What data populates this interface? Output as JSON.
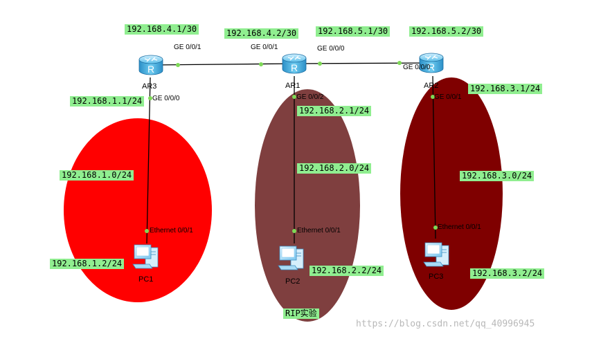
{
  "colors": {
    "area_left": "#ff0000",
    "area_middle": "#7f3f3f",
    "area_right": "#7f0000",
    "label_bg": "#90ee90",
    "router_body": "#3aa6d8",
    "port_dot": "#7ed957"
  },
  "devices": {
    "ar3": "AR3",
    "ar1": "AR1",
    "ar2": "AR2",
    "pc1": "PC1",
    "pc2": "PC2",
    "pc3": "PC3"
  },
  "router_icon_letter": "R",
  "ports": {
    "ar3_ge001": "GE 0/0/1",
    "ar1_ge001": "GE 0/0/1",
    "ar1_ge000": "GE 0/0/0",
    "ar2_ge000_a": "GE 0/0/0",
    "ar3_ge000": "GE 0/0/0",
    "ar1_ge002": "GE 0/0/2",
    "ar2_ge000_b": "GE 0/0/1",
    "pc1_eth": "Ethernet 0/0/1",
    "pc2_eth": "Ethernet 0/0/1",
    "pc3_eth": "Ethernet 0/0/1"
  },
  "addresses": {
    "ar3_wan": "192.168.4.1/30",
    "ar1_wan_left": "192.168.4.2/30",
    "ar1_wan_right": "192.168.5.1/30",
    "ar2_wan": "192.168.5.2/30",
    "ar3_lan": "192.168.1.1/24",
    "ar1_lan": "192.168.2.1/24",
    "ar2_lan": "192.168.3.1/24",
    "net1": "192.168.1.0/24",
    "net2": "192.168.2.0/24",
    "net3": "192.168.3.0/24",
    "pc1_ip": "192.168.1.2/24",
    "pc2_ip": "192.168.2.2/24",
    "pc3_ip": "192.168.3.2/24"
  },
  "caption": "RIP实验",
  "watermark": "https://blog.csdn.net/qq_40996945"
}
